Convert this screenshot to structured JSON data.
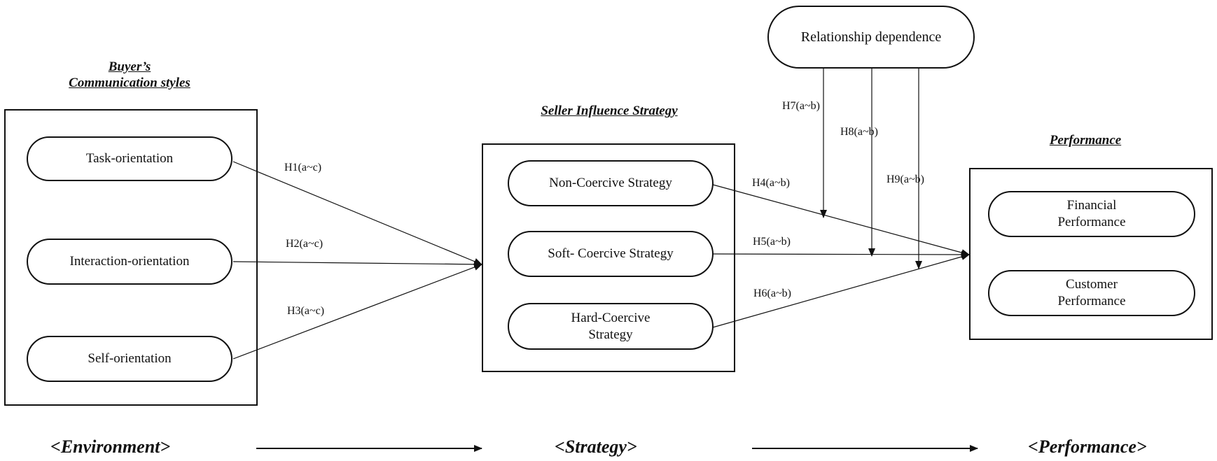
{
  "titles": {
    "environment": "Buyer’s\nCommunication styles",
    "strategy": "Seller Influence Strategy",
    "performance": "Performance"
  },
  "environment_items": [
    "Task-orientation",
    "Interaction-orientation",
    "Self-orientation"
  ],
  "strategy_items": [
    "Non-Coercive Strategy",
    "Soft- Coercive Strategy",
    "Hard-Coercive\nStrategy"
  ],
  "performance_items": [
    "Financial\nPerformance",
    "Customer\nPerformance"
  ],
  "moderator": "Relationship dependence",
  "hypotheses": {
    "h1": "H1(a~c)",
    "h2": "H2(a~c)",
    "h3": "H3(a~c)",
    "h4": "H4(a~b)",
    "h5": "H5(a~b)",
    "h6": "H6(a~b)",
    "h7": "H7(a~b)",
    "h8": "H8(a~b)",
    "h9": "H9(a~b)"
  },
  "stages": {
    "environment": "<Environment>",
    "strategy": "<Strategy>",
    "performance": "<Performance>"
  }
}
